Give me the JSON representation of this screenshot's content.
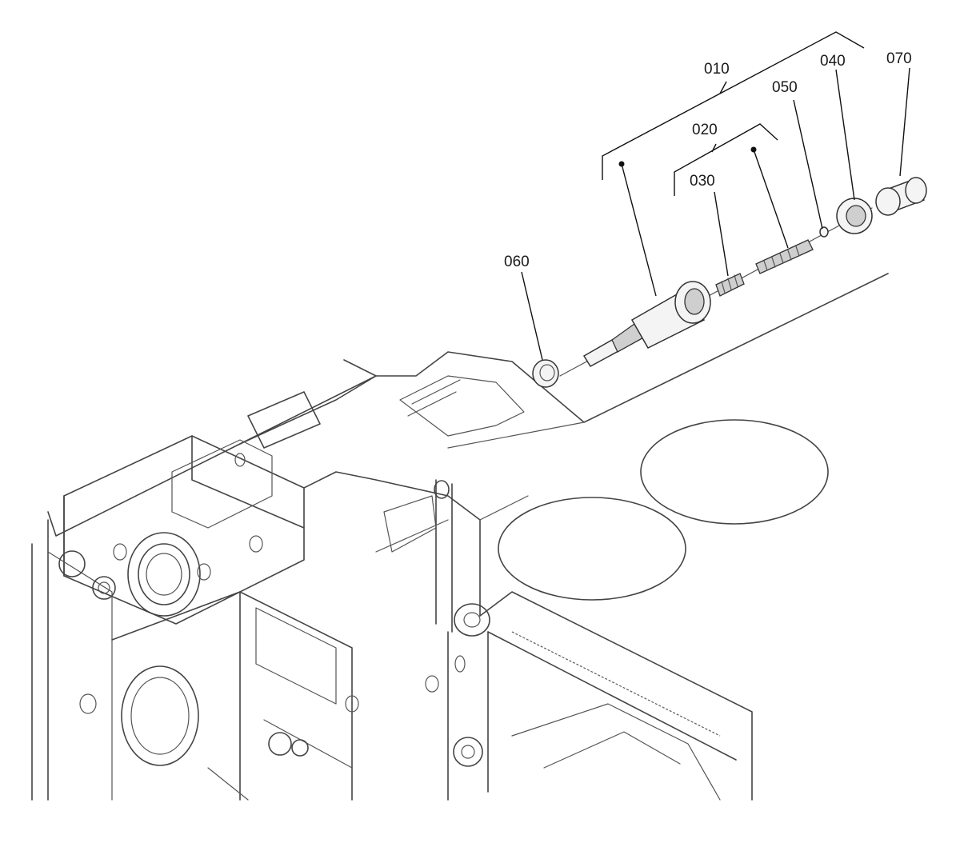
{
  "labels": {
    "p010": "010",
    "p020": "020",
    "p030": "030",
    "p040": "040",
    "p050": "050",
    "p060": "060",
    "p070": "070"
  },
  "colors": {
    "line": "#444444",
    "text": "#1a1a1a",
    "background": "#ffffff"
  }
}
